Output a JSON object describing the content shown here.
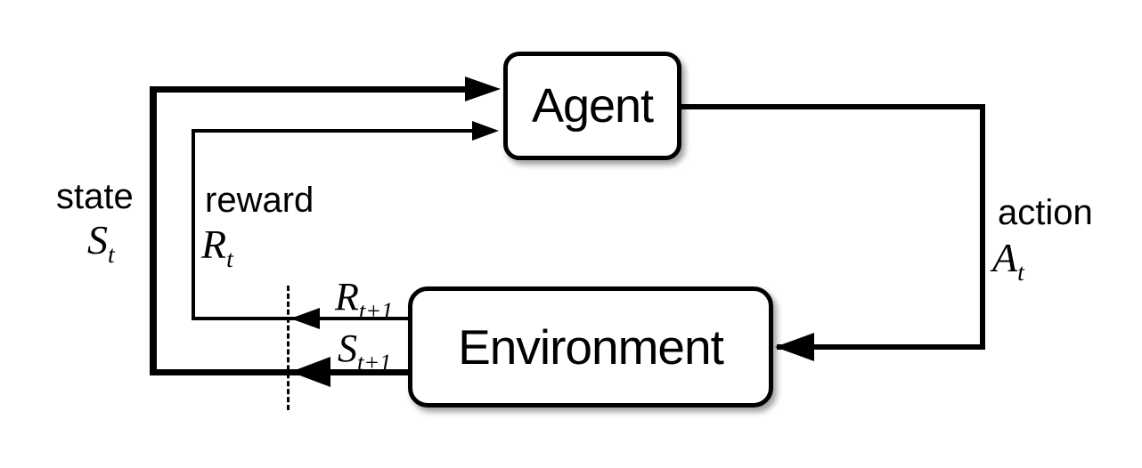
{
  "diagram": {
    "nodes": {
      "agent": {
        "label": "Agent"
      },
      "environment": {
        "label": "Environment"
      }
    },
    "edges": {
      "state": {
        "label": "state",
        "symbol": {
          "base": "S",
          "sub": "t"
        }
      },
      "reward": {
        "label": "reward",
        "symbol": {
          "base": "R",
          "sub": "t"
        }
      },
      "action": {
        "label": "action",
        "symbol": {
          "base": "A",
          "sub": "t"
        }
      },
      "next_reward": {
        "symbol": {
          "base": "R",
          "sub": "t+1"
        }
      },
      "next_state": {
        "symbol": {
          "base": "S",
          "sub": "t+1"
        }
      }
    },
    "colors": {
      "line": "#000000",
      "box_fill": "#ffffff",
      "background": "#ffffff"
    }
  }
}
